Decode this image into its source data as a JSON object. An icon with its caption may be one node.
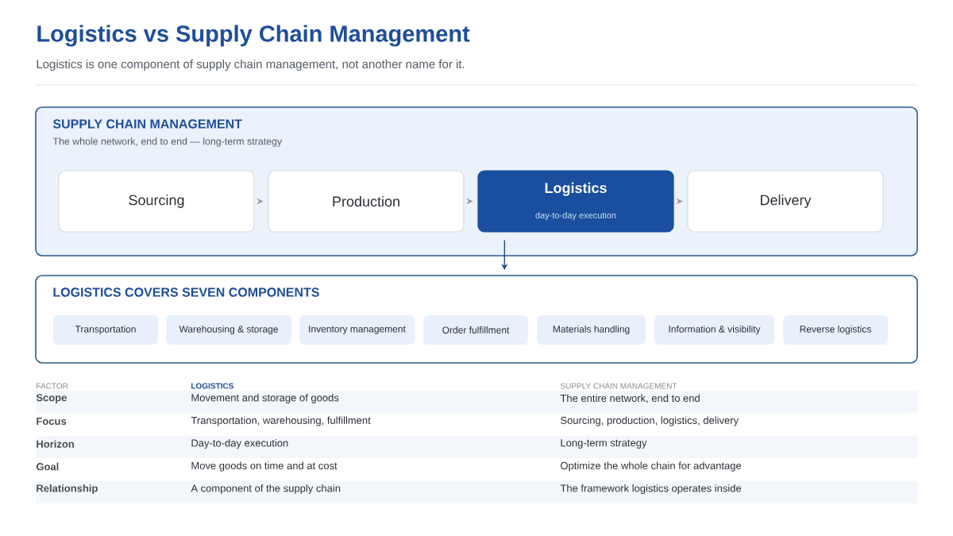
{
  "diagram": {
    "title": "Logistics vs Supply Chain Management",
    "caption": "Logistics is one component of supply chain management, not another name for it.",
    "nodes": [
      {
        "text": [
          "SUPPLY CHAIN MANAGEMENT",
          "The whole network, end to end — long-term strategy"
        ]
      },
      {
        "text": [
          "Sourcing"
        ],
        "in": 0
      },
      {
        "text": [
          "Production"
        ],
        "in": 0
      },
      {
        "text": [
          "Logistics",
          "day-to-day execution"
        ],
        "in": 0
      },
      {
        "text": [
          "Delivery"
        ],
        "in": 0
      },
      {
        "text": [
          "LOGISTICS COVERS SEVEN COMPONENTS"
        ]
      },
      {
        "text": [
          "Transportation"
        ],
        "in": 5
      },
      {
        "text": [
          "Warehousing & storage"
        ],
        "in": 5
      },
      {
        "text": [
          "Inventory management"
        ],
        "in": 5
      },
      {
        "text": [
          "Order fulfillment"
        ],
        "in": 5
      },
      {
        "text": [
          "Materials handling"
        ],
        "in": 5
      },
      {
        "text": [
          "Information & visibility"
        ],
        "in": 5
      },
      {
        "text": [
          "Reverse logistics"
        ],
        "in": 5
      }
    ],
    "edges": [
      {
        "from": 1,
        "to": 2,
        "arrow": "to"
      },
      {
        "from": 2,
        "to": 3,
        "arrow": "to"
      },
      {
        "from": 3,
        "to": 4,
        "arrow": "to"
      },
      {
        "from": 3,
        "to": 5,
        "arrow": "to",
        "color": "#1f4e8c"
      }
    ],
    "labels": [
      "FACTOR",
      "LOGISTICS",
      "SUPPLY CHAIN MANAGEMENT",
      "Scope",
      "Movement and storage of goods",
      "The entire network, end to end",
      "Focus",
      "Transportation, warehousing, fulfillment",
      "Sourcing, production, logistics, delivery",
      "Horizon",
      "Day-to-day execution",
      "Long-term strategy",
      "Goal",
      "Move goods on time and at cost",
      "Optimize the whole chain for advantage",
      "Relationship",
      "A component of the supply chain",
      "The framework logistics operates inside"
    ]
  }
}
